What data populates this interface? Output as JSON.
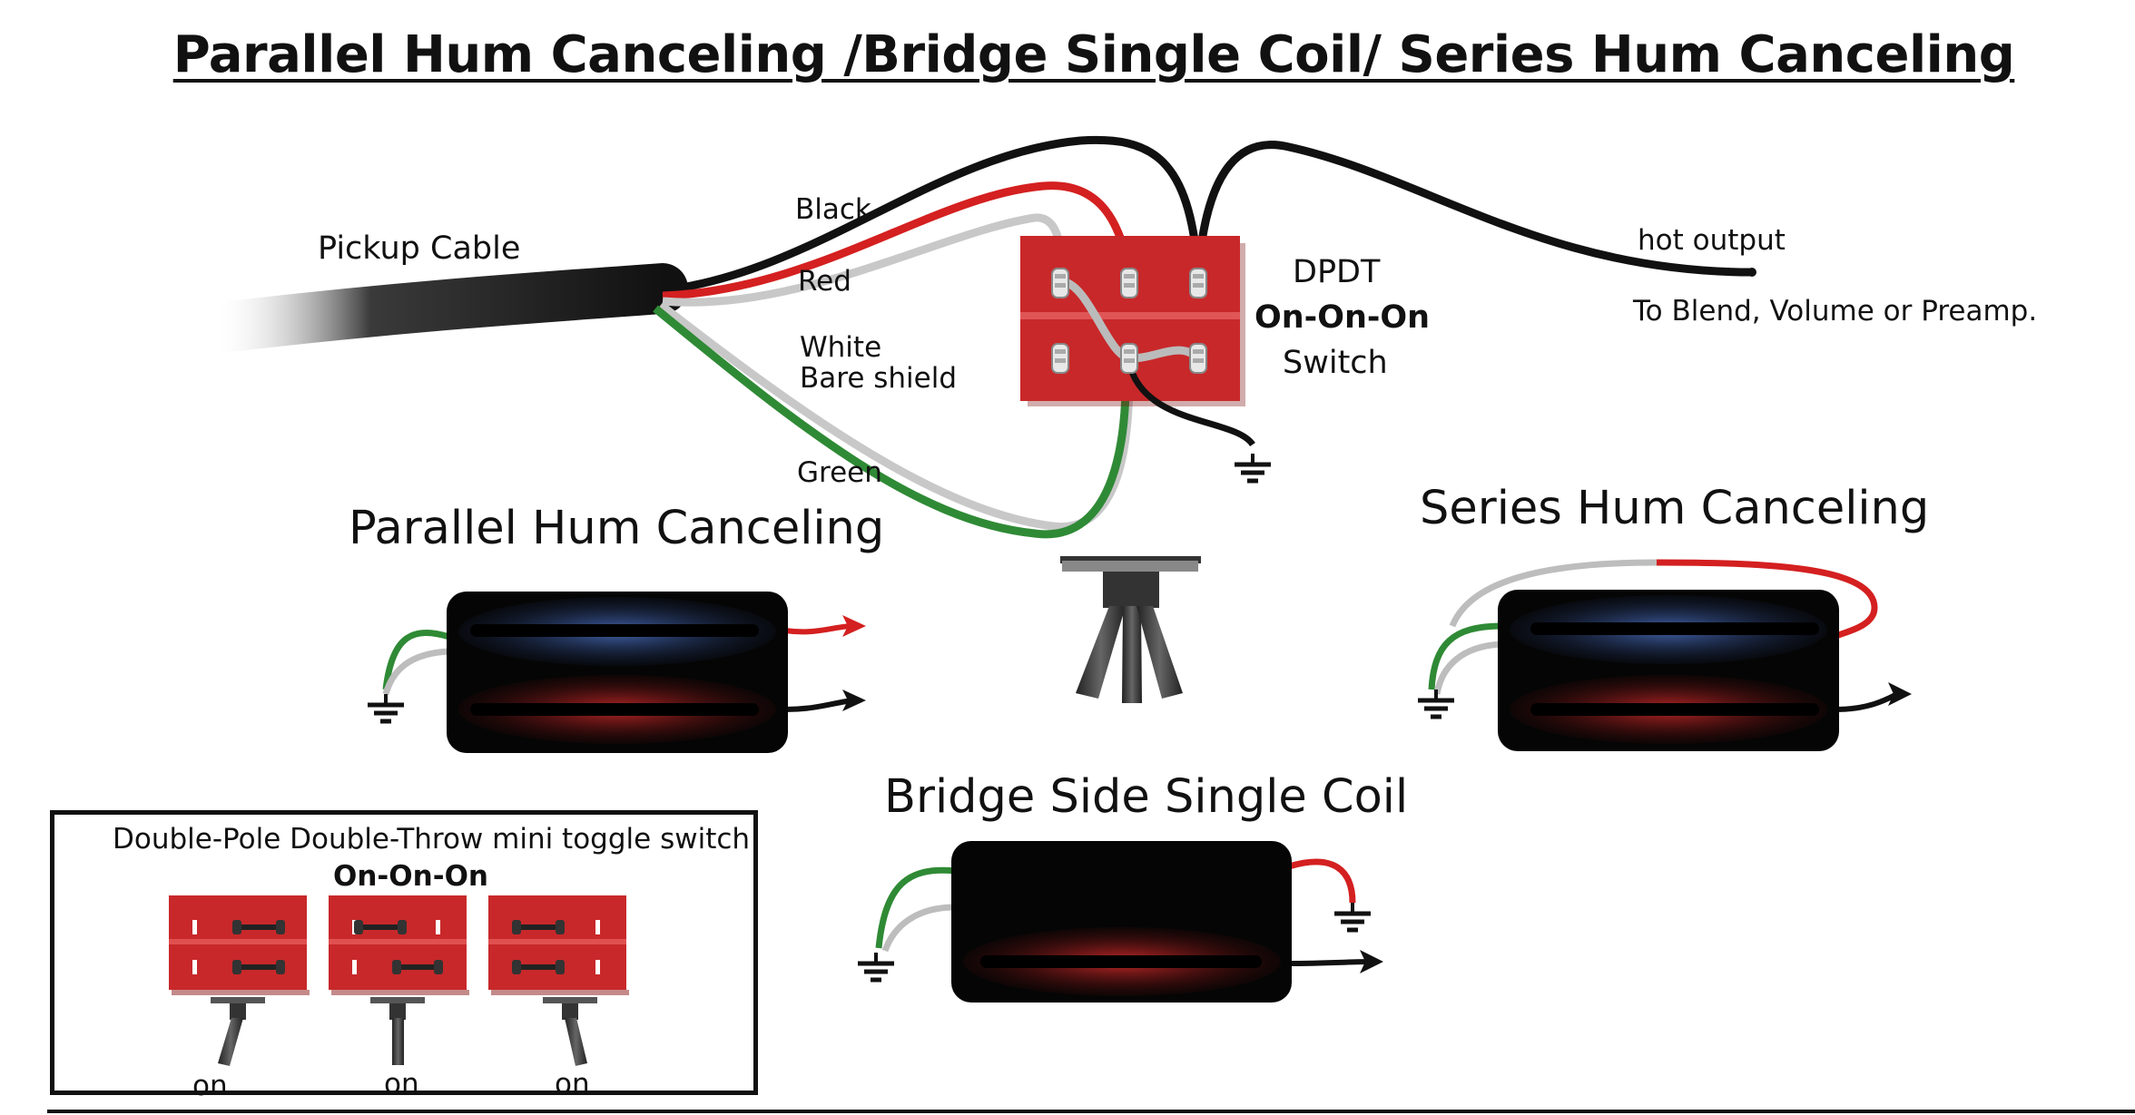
{
  "title": "Parallel Hum Canceling /Bridge Single Coil/ Series Hum Canceling",
  "labels": {
    "pickup_cable": "Pickup Cable",
    "black": "Black",
    "red": "Red",
    "white": "White",
    "bare_shield": "Bare shield",
    "green": "Green",
    "dpdt": "DPDT",
    "on_on_on": "On-On-On",
    "switch": "Switch",
    "hot_output": "hot output",
    "to_blend": "To Blend, Volume or Preamp."
  },
  "sections": {
    "parallel": "Parallel Hum Canceling",
    "series": "Series Hum Canceling",
    "bridge": "Bridge Side Single Coil"
  },
  "legend": {
    "title": "Double-Pole Double-Throw mini toggle switch",
    "subtitle": "On-On-On",
    "positions": [
      "on",
      "on",
      "on"
    ]
  },
  "colors": {
    "switch_red": "#c8282a",
    "wire_black": "#111111",
    "wire_red": "#d42020",
    "wire_white": "#bdbdbd",
    "wire_green": "#2f8a35",
    "coil_blue": "#2a4a8c",
    "coil_red": "#b51c1c"
  },
  "icons": {
    "ground": "ground-icon",
    "arrow": "arrow-right-icon",
    "lug": "solder-lug-icon"
  }
}
